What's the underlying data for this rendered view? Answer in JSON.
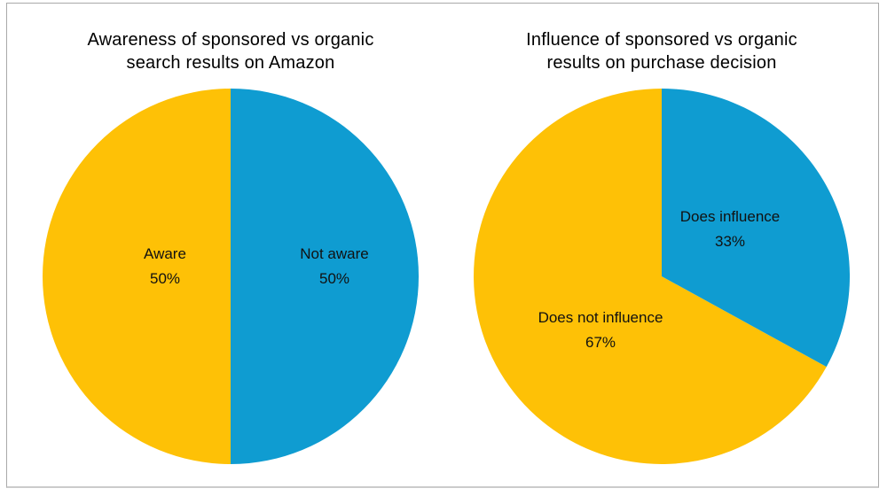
{
  "page": {
    "background": "#ffffff",
    "frame_border_color": "#a9a9a9"
  },
  "colors": {
    "yellow": "#FEC106",
    "blue": "#0F9CD1",
    "text": "#000000"
  },
  "chart_data": [
    {
      "type": "pie",
      "title": "Awareness of sponsored vs organic search results on Amazon",
      "title_line1": "Awareness of sponsored vs organic",
      "title_line2": "search results on Amazon",
      "start_angle": "top",
      "direction": "counterclockwise",
      "labels_position": "inside",
      "legend_position": "none",
      "slices": [
        {
          "label": "Aware",
          "value": 50,
          "pct_label": "50%",
          "color": "#FEC106"
        },
        {
          "label": "Not aware",
          "value": 50,
          "pct_label": "50%",
          "color": "#0F9CD1"
        }
      ]
    },
    {
      "type": "pie",
      "title": "Influence of sponsored vs organic results on purchase decision",
      "title_line1": "Influence of sponsored vs organic",
      "title_line2": "results on purchase decision",
      "start_angle": "top",
      "direction": "counterclockwise",
      "labels_position": "inside",
      "legend_position": "none",
      "slices": [
        {
          "label": "Does not influence",
          "value": 67,
          "pct_label": "67%",
          "color": "#FEC106"
        },
        {
          "label": "Does influence",
          "value": 33,
          "pct_label": "33%",
          "color": "#0F9CD1"
        }
      ]
    }
  ]
}
